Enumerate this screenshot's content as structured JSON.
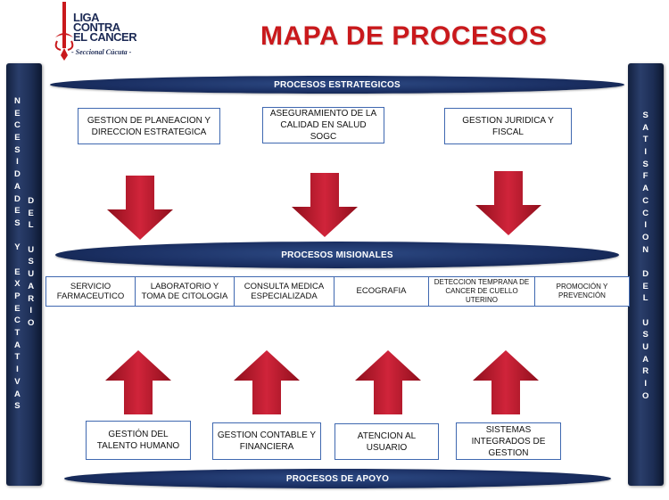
{
  "logo": {
    "line1": "LIGA",
    "line2": "CONTRA",
    "line3": "EL CANCER",
    "subtitle": "- Seccional Cúcuta -"
  },
  "title": "MAPA DE PROCESOS",
  "side_left": {
    "column1": [
      "N",
      "E",
      "C",
      "E",
      "S",
      "I",
      "D",
      "A",
      "D",
      "E",
      "S",
      "",
      "Y",
      "",
      "E",
      "X",
      "P",
      "E",
      "C",
      "T",
      "A",
      "T",
      "I",
      "V",
      "A",
      "S"
    ],
    "column2": [
      "D",
      "E",
      "L",
      "",
      "U",
      "S",
      "U",
      "A",
      "R",
      "I",
      "O"
    ]
  },
  "side_right": {
    "column": [
      "S",
      "A",
      "T",
      "I",
      "S",
      "F",
      "A",
      "C",
      "C",
      "I",
      "O",
      "N",
      "",
      "D",
      "E",
      "L",
      "",
      "U",
      "S",
      "U",
      "A",
      "R",
      "I",
      "O"
    ]
  },
  "bands": {
    "strategic": "PROCESOS ESTRATEGICOS",
    "misional": "PROCESOS  MISIONALES",
    "apoyo": "PROCESOS DE APOYO"
  },
  "strategic": [
    "GESTION DE PLANEACION Y DIRECCION ESTRATEGICA",
    "ASEGURAMIENTO DE LA CALIDAD EN SALUD SOGC",
    "GESTION JURIDICA Y FISCAL"
  ],
  "misional": [
    "SERVICIO FARMACEUTICO",
    "LABORATORIO Y TOMA DE CITOLOGIA",
    "CONSULTA MEDICA ESPECIALIZADA",
    "ECOGRAFIA",
    "DETECCION TEMPRANA DE CANCER DE CUELLO UTERINO",
    "PROMOCIÓN Y PREVENCIÓN"
  ],
  "apoyo": [
    "GESTIÓN DEL TALENTO HUMANO",
    "GESTION CONTABLE Y FINANCIERA",
    "ATENCION AL USUARIO",
    "SISTEMAS INTEGRADOS DE GESTION"
  ],
  "colors": {
    "title": "#c9191c",
    "navy": "#1b3064",
    "arrow": "#b81728",
    "box_border": "#3f68b0"
  }
}
